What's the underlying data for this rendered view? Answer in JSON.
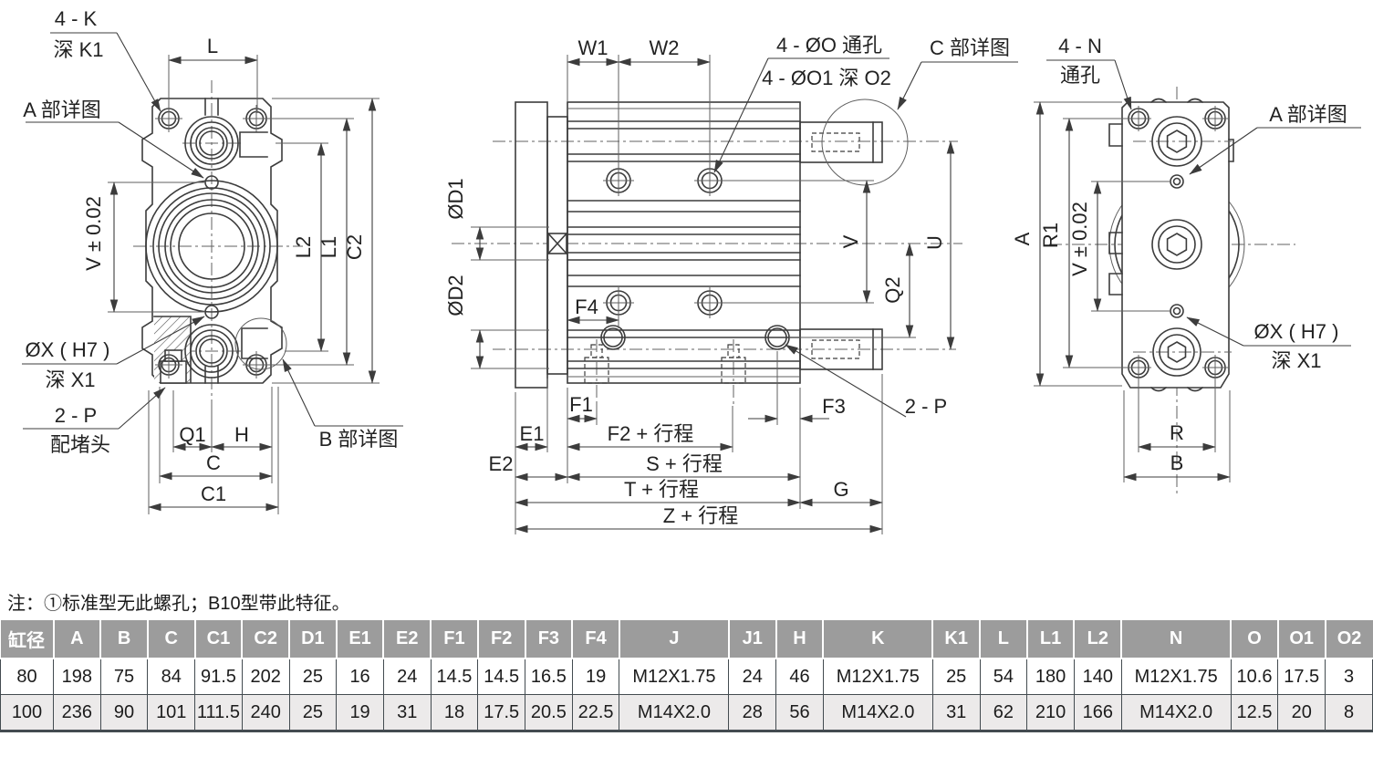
{
  "note": "注：①标准型无此螺孔；B10型带此特征。",
  "drawing": {
    "front_view": {
      "corner_holes": "4 - K",
      "corner_holes_depth": "深 K1",
      "detail_a": "A 部详图",
      "dim_L": "L",
      "dim_V": "V ± 0.02",
      "dim_L2": "L2",
      "dim_L1": "L1",
      "dim_C2": "C2",
      "pin_hole": "ØX ( H7 )",
      "pin_hole_depth": "深 X1",
      "ports": "2 - P",
      "plug": "配堵头",
      "dim_Q1": "Q1",
      "dim_H": "H",
      "dim_C": "C",
      "dim_C1": "C1",
      "detail_b": "B 部详图"
    },
    "side_view": {
      "dim_W1": "W1",
      "dim_W2": "W2",
      "through_holes": "4 - ØO 通孔",
      "counterbore_holes": "4 - ØO1 深 O2",
      "detail_c": "C 部详图",
      "dim_D1": "ØD1",
      "dim_D2": "ØD2",
      "dim_F4": "F4",
      "dim_F1": "F1",
      "dim_E1": "E1",
      "dim_E2": "E2",
      "dim_F2": "F2 + 行程",
      "dim_S": "S + 行程",
      "dim_T": "T + 行程",
      "dim_Z": "Z + 行程",
      "dim_F3": "F3",
      "ports": "2 - P",
      "dim_G": "G",
      "dim_V": "V",
      "dim_Q2": "Q2",
      "dim_U": "U"
    },
    "rear_view": {
      "through_holes": "4 - N",
      "through_holes_type": "通孔",
      "detail_a": "A 部详图",
      "dim_A": "A",
      "dim_R1": "R1",
      "dim_V": "V ± 0.02",
      "pin_hole": "ØX ( H7 )",
      "pin_hole_depth": "深 X1",
      "dim_R": "R",
      "dim_B": "B"
    }
  },
  "table": {
    "header": [
      "缸径",
      "A",
      "B",
      "C",
      "C1",
      "C2",
      "D1",
      "E1",
      "E2",
      "F1",
      "F2",
      "F3",
      "F4",
      "J",
      "J1",
      "H",
      "K",
      "K1",
      "L",
      "L1",
      "L2",
      "N",
      "O",
      "O1",
      "O2"
    ],
    "rows": [
      [
        "80",
        "198",
        "75",
        "84",
        "91.5",
        "202",
        "25",
        "16",
        "24",
        "14.5",
        "14.5",
        "16.5",
        "19",
        "M12X1.75",
        "24",
        "46",
        "M12X1.75",
        "25",
        "54",
        "180",
        "140",
        "M12X1.75",
        "10.6",
        "17.5",
        "3"
      ],
      [
        "100",
        "236",
        "90",
        "101",
        "111.5",
        "240",
        "25",
        "19",
        "31",
        "18",
        "17.5",
        "20.5",
        "22.5",
        "M14X2.0",
        "28",
        "56",
        "M14X2.0",
        "31",
        "62",
        "210",
        "166",
        "M14X2.0",
        "12.5",
        "20",
        "8"
      ]
    ]
  },
  "colors": {
    "header_bg": "#9c9c9c",
    "header_text": "#ffffff",
    "row_alt_bg": "#eceaea",
    "table_border": "#434b50",
    "line": "#3c3c3c"
  }
}
